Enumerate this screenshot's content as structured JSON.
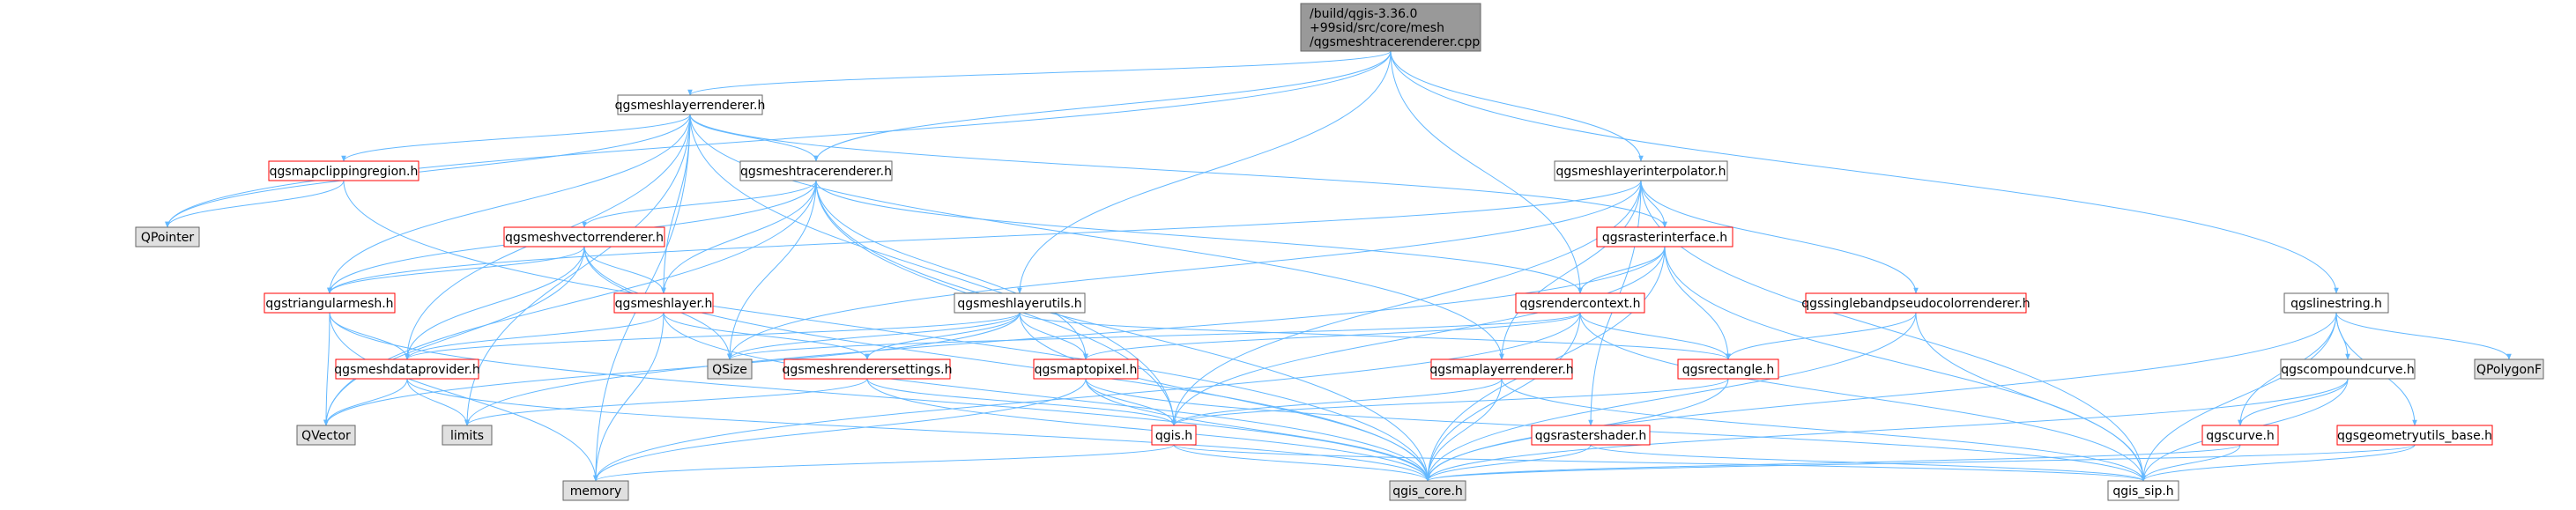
{
  "diagram": {
    "colors": {
      "edge": "#63b8ff",
      "root_fill": "#999999",
      "root_border": "#666666",
      "header_border": "#ff0000",
      "leaf_border": "#666666",
      "header_fill": "#ffffff",
      "system_fill": "#e0e0e0"
    },
    "root": {
      "lines": [
        "/build/qgis-3.36.0",
        "+99sid/src/core/mesh",
        "/qgsmeshtracerenderer.cpp"
      ]
    },
    "nodes": [
      {
        "id": "meshlayerrenderer",
        "label": "qgsmeshlayerrenderer.h",
        "kind": "black"
      },
      {
        "id": "meshtracerenderer",
        "label": "qgsmeshtracerenderer.h",
        "kind": "black"
      },
      {
        "id": "meshlayerinterpolator",
        "label": "qgsmeshlayerinterpolator.h",
        "kind": "black"
      },
      {
        "id": "mapclippingregion",
        "label": "qgsmapclippingregion.h",
        "kind": "red"
      },
      {
        "id": "qpointer",
        "label": "QPointer",
        "kind": "gray"
      },
      {
        "id": "meshvectorrenderer",
        "label": "qgsmeshvectorrenderer.h",
        "kind": "red"
      },
      {
        "id": "rasterinterface",
        "label": "qgsrasterinterface.h",
        "kind": "red"
      },
      {
        "id": "triangularmesh",
        "label": "qgstriangularmesh.h",
        "kind": "red"
      },
      {
        "id": "meshlayer",
        "label": "qgsmeshlayer.h",
        "kind": "red"
      },
      {
        "id": "meshlayerutils",
        "label": "qgsmeshlayerutils.h",
        "kind": "black"
      },
      {
        "id": "rendercontext",
        "label": "qgsrendercontext.h",
        "kind": "red"
      },
      {
        "id": "singleband",
        "label": "qgssinglebandpseudocolorrenderer.h",
        "kind": "red"
      },
      {
        "id": "linestring",
        "label": "qgslinestring.h",
        "kind": "black"
      },
      {
        "id": "meshdataprovider",
        "label": "qgsmeshdataprovider.h",
        "kind": "red"
      },
      {
        "id": "qsize",
        "label": "QSize",
        "kind": "gray"
      },
      {
        "id": "meshrenderersettings",
        "label": "qgsmeshrenderersettings.h",
        "kind": "red"
      },
      {
        "id": "maptopixel",
        "label": "qgsmaptopixel.h",
        "kind": "red"
      },
      {
        "id": "maplayerrenderer",
        "label": "qgsmaplayerrenderer.h",
        "kind": "red"
      },
      {
        "id": "rectangle",
        "label": "qgsrectangle.h",
        "kind": "red"
      },
      {
        "id": "compoundcurve",
        "label": "qgscompoundcurve.h",
        "kind": "black"
      },
      {
        "id": "qpolygonf",
        "label": "QPolygonF",
        "kind": "gray"
      },
      {
        "id": "qvector",
        "label": "QVector",
        "kind": "gray"
      },
      {
        "id": "limits",
        "label": "limits",
        "kind": "gray"
      },
      {
        "id": "qgis",
        "label": "qgis.h",
        "kind": "red"
      },
      {
        "id": "rastershader",
        "label": "qgsrastershader.h",
        "kind": "red"
      },
      {
        "id": "curve",
        "label": "qgscurve.h",
        "kind": "red"
      },
      {
        "id": "geometryutilsbase",
        "label": "qgsgeometryutils_base.h",
        "kind": "red"
      },
      {
        "id": "memory",
        "label": "memory",
        "kind": "gray"
      },
      {
        "id": "qgiscore",
        "label": "qgis_core.h",
        "kind": "gray"
      },
      {
        "id": "qgissip",
        "label": "qgis_sip.h",
        "kind": "black"
      }
    ],
    "edges": [
      [
        "root",
        "meshlayerrenderer"
      ],
      [
        "root",
        "meshtracerenderer"
      ],
      [
        "root",
        "meshlayerinterpolator"
      ],
      [
        "root",
        "meshlayerutils"
      ],
      [
        "root",
        "rendercontext"
      ],
      [
        "root",
        "linestring"
      ],
      [
        "root",
        "qpointer"
      ],
      [
        "meshlayerrenderer",
        "meshtracerenderer"
      ],
      [
        "meshlayerrenderer",
        "mapclippingregion"
      ],
      [
        "meshlayerrenderer",
        "rasterinterface"
      ],
      [
        "meshlayerrenderer",
        "triangularmesh"
      ],
      [
        "meshlayerrenderer",
        "meshlayer"
      ],
      [
        "meshlayerrenderer",
        "maplayerrenderer"
      ],
      [
        "meshlayerrenderer",
        "meshdataprovider"
      ],
      [
        "meshlayerrenderer",
        "limits"
      ],
      [
        "meshlayerrenderer",
        "memory"
      ],
      [
        "meshlayerrenderer",
        "qpointer"
      ],
      [
        "meshlayerrenderer",
        "qgis"
      ],
      [
        "mapclippingregion",
        "qpointer"
      ],
      [
        "mapclippingregion",
        "qgiscore"
      ],
      [
        "meshtracerenderer",
        "meshvectorrenderer"
      ],
      [
        "meshtracerenderer",
        "triangularmesh"
      ],
      [
        "meshtracerenderer",
        "meshlayer"
      ],
      [
        "meshtracerenderer",
        "rendercontext"
      ],
      [
        "meshtracerenderer",
        "maptopixel"
      ],
      [
        "meshtracerenderer",
        "qsize"
      ],
      [
        "meshtracerenderer",
        "qvector"
      ],
      [
        "meshtracerenderer",
        "qgiscore"
      ],
      [
        "meshtracerenderer",
        "qgis"
      ],
      [
        "meshvectorrenderer",
        "triangularmesh"
      ],
      [
        "meshvectorrenderer",
        "meshlayer"
      ],
      [
        "meshvectorrenderer",
        "meshdataprovider"
      ],
      [
        "meshvectorrenderer",
        "qsize"
      ],
      [
        "meshvectorrenderer",
        "qvector"
      ],
      [
        "meshvectorrenderer",
        "qgiscore"
      ],
      [
        "meshlayerinterpolator",
        "rasterinterface"
      ],
      [
        "meshlayerinterpolator",
        "singleband"
      ],
      [
        "meshlayerinterpolator",
        "rastershader"
      ],
      [
        "meshlayerinterpolator",
        "maplayerrenderer"
      ],
      [
        "meshlayerinterpolator",
        "triangularmesh"
      ],
      [
        "meshlayerinterpolator",
        "qsize"
      ],
      [
        "meshlayerinterpolator",
        "qgis"
      ],
      [
        "meshlayerinterpolator",
        "qgissip"
      ],
      [
        "rasterinterface",
        "rendercontext"
      ],
      [
        "rasterinterface",
        "rectangle"
      ],
      [
        "rasterinterface",
        "qgis"
      ],
      [
        "rasterinterface",
        "limits"
      ],
      [
        "rasterinterface",
        "qgiscore"
      ],
      [
        "rasterinterface",
        "qgissip"
      ],
      [
        "triangularmesh",
        "meshdataprovider"
      ],
      [
        "triangularmesh",
        "qvector"
      ],
      [
        "triangularmesh",
        "memory"
      ],
      [
        "triangularmesh",
        "qgiscore"
      ],
      [
        "meshlayer",
        "meshdataprovider"
      ],
      [
        "meshlayer",
        "meshrenderersettings"
      ],
      [
        "meshlayer",
        "memory"
      ],
      [
        "meshlayer",
        "qgiscore"
      ],
      [
        "meshlayerutils",
        "meshdataprovider"
      ],
      [
        "meshlayerutils",
        "meshrenderersettings"
      ],
      [
        "meshlayerutils",
        "maptopixel"
      ],
      [
        "meshlayerutils",
        "rectangle"
      ],
      [
        "meshlayerutils",
        "qvector"
      ],
      [
        "meshlayerutils",
        "qsize"
      ],
      [
        "meshlayerutils",
        "qgiscore"
      ],
      [
        "rendercontext",
        "maptopixel"
      ],
      [
        "rendercontext",
        "rectangle"
      ],
      [
        "rendercontext",
        "memory"
      ],
      [
        "rendercontext",
        "qgissip"
      ],
      [
        "rendercontext",
        "qgiscore"
      ],
      [
        "rendercontext",
        "qsize"
      ],
      [
        "singleband",
        "rectangle"
      ],
      [
        "singleband",
        "qgiscore"
      ],
      [
        "singleband",
        "qgissip"
      ],
      [
        "linestring",
        "compoundcurve"
      ],
      [
        "linestring",
        "curve"
      ],
      [
        "linestring",
        "geometryutilsbase"
      ],
      [
        "linestring",
        "qpolygonf"
      ],
      [
        "linestring",
        "qgiscore"
      ],
      [
        "linestring",
        "qgissip"
      ],
      [
        "meshdataprovider",
        "qvector"
      ],
      [
        "meshdataprovider",
        "limits"
      ],
      [
        "meshdataprovider",
        "qgiscore"
      ],
      [
        "meshrenderersettings",
        "qgis"
      ],
      [
        "meshrenderersettings",
        "qgiscore"
      ],
      [
        "meshrenderersettings",
        "limits"
      ],
      [
        "maptopixel",
        "qgis"
      ],
      [
        "maptopixel",
        "qgiscore"
      ],
      [
        "maptopixel",
        "qgissip"
      ],
      [
        "maptopixel",
        "memory"
      ],
      [
        "maplayerrenderer",
        "qgis"
      ],
      [
        "maplayerrenderer",
        "qgiscore"
      ],
      [
        "maplayerrenderer",
        "qgissip"
      ],
      [
        "rectangle",
        "qgis"
      ],
      [
        "rectangle",
        "qgiscore"
      ],
      [
        "compoundcurve",
        "curve"
      ],
      [
        "compoundcurve",
        "qgiscore"
      ],
      [
        "compoundcurve",
        "qgissip"
      ],
      [
        "qgis",
        "memory"
      ],
      [
        "qgis",
        "qgiscore"
      ],
      [
        "qgis",
        "qgissip"
      ],
      [
        "rastershader",
        "qgiscore"
      ],
      [
        "rastershader",
        "qgissip"
      ],
      [
        "curve",
        "qgiscore"
      ],
      [
        "curve",
        "qgissip"
      ],
      [
        "geometryutilsbase",
        "qgiscore"
      ],
      [
        "geometryutilsbase",
        "qgissip"
      ]
    ]
  }
}
